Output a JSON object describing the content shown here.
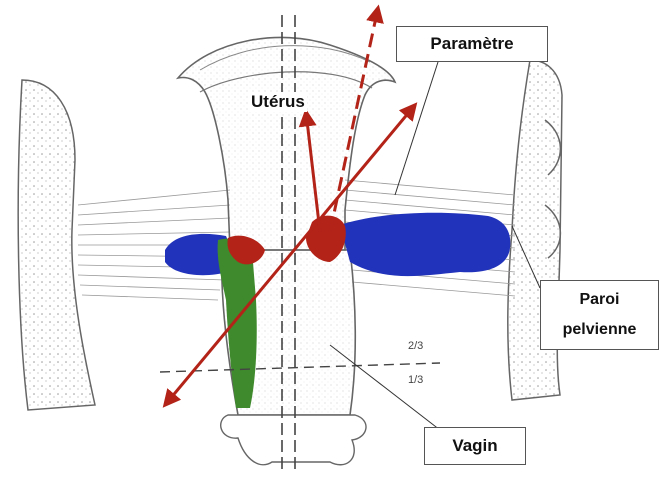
{
  "labels": {
    "parametre": "Paramètre",
    "uterus": "Utérus",
    "paroi_line1": "Paroi",
    "paroi_line2": "pelvienne",
    "vagin": "Vagin",
    "frac_upper": "2/3",
    "frac_lower": "1/3"
  },
  "colors": {
    "red": "#b32318",
    "blue": "#2233bb",
    "green": "#3f8a2c",
    "ink": "#555555"
  }
}
